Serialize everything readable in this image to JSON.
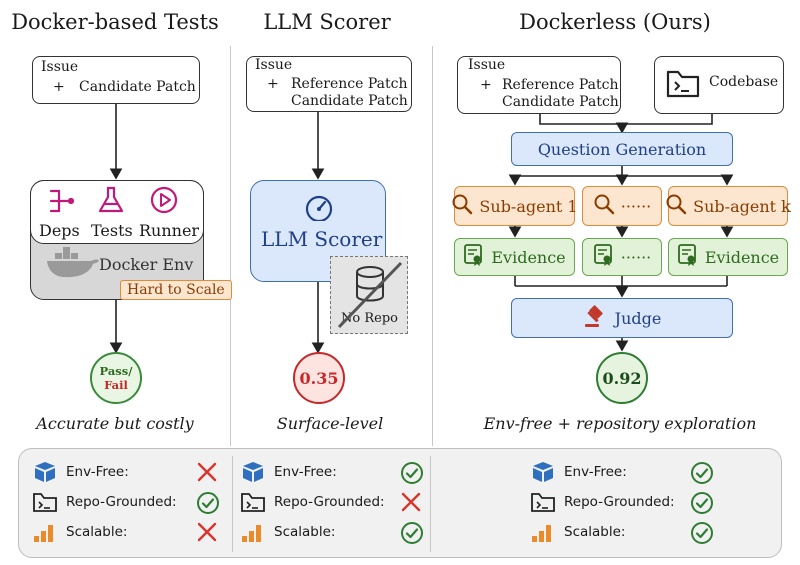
{
  "columns": [
    {
      "title": "Docker-based Tests",
      "caption": "Accurate but costly"
    },
    {
      "title": "LLM Scorer",
      "caption": "Surface-level"
    },
    {
      "title": "Dockerless (Ours)",
      "caption": "Env-free + repository exploration"
    }
  ],
  "docker": {
    "issue": "Issue",
    "plus": "+",
    "candidate": "Candidate Patch",
    "tools": [
      "Deps",
      "Tests",
      "Runner"
    ],
    "env": "Docker Env",
    "warning": "Hard to Scale",
    "result_top": "Pass/",
    "result_bottom": "Fail"
  },
  "llm": {
    "issue": "Issue",
    "plus": "+",
    "reference": "Reference Patch",
    "candidate": "Candidate Patch",
    "scorer": "LLM Scorer",
    "no_repo": "No Repo",
    "score": "0.35"
  },
  "dockerless": {
    "issue": "Issue",
    "plus": "+",
    "reference": "Reference Patch",
    "candidate": "Candidate Patch",
    "codebase": "Codebase",
    "question_gen": "Question Generation",
    "subagents": [
      "Sub-agent 1",
      "······",
      "Sub-agent k"
    ],
    "evidence": [
      "Evidence",
      "······",
      "Evidence"
    ],
    "judge": "Judge",
    "score": "0.92"
  },
  "properties": {
    "labels": [
      "Env-Free:",
      "Repo-Grounded:",
      "Scalable:"
    ],
    "docker": [
      "cross",
      "check",
      "cross"
    ],
    "llm": [
      "check",
      "cross",
      "check"
    ],
    "dockerless": [
      "check",
      "check",
      "check"
    ]
  },
  "colors": {
    "blue_fill": "#dbe8fb",
    "blue_stroke": "#3f6fb8",
    "orange_fill": "#fde6cf",
    "orange_stroke": "#e08a3a",
    "green_fill": "#e2f2d8",
    "green_stroke": "#6aa84f",
    "cross": "#d9342b",
    "check": "#2e7d32",
    "magenta": "#c2187a"
  }
}
